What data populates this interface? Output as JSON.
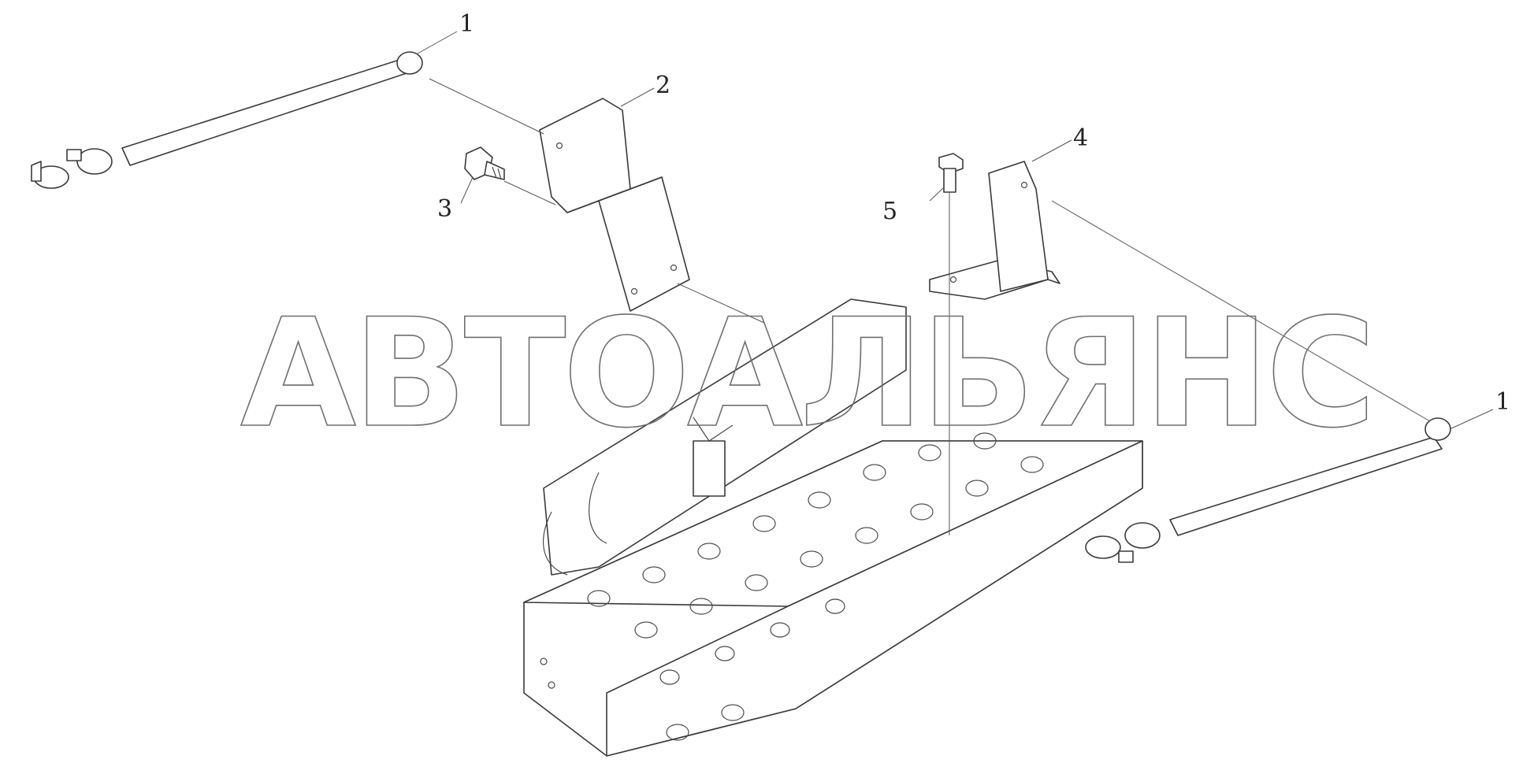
{
  "diagram": {
    "callouts": [
      {
        "id": "c1a",
        "label": "1"
      },
      {
        "id": "c2",
        "label": "2"
      },
      {
        "id": "c3",
        "label": "3"
      },
      {
        "id": "c4",
        "label": "4"
      },
      {
        "id": "c5",
        "label": "5"
      },
      {
        "id": "c1b",
        "label": "1"
      }
    ],
    "watermark": "АВТОАЛЬЯНС",
    "colors": {
      "line": "#3a3a3a",
      "background": "#ffffff"
    }
  }
}
